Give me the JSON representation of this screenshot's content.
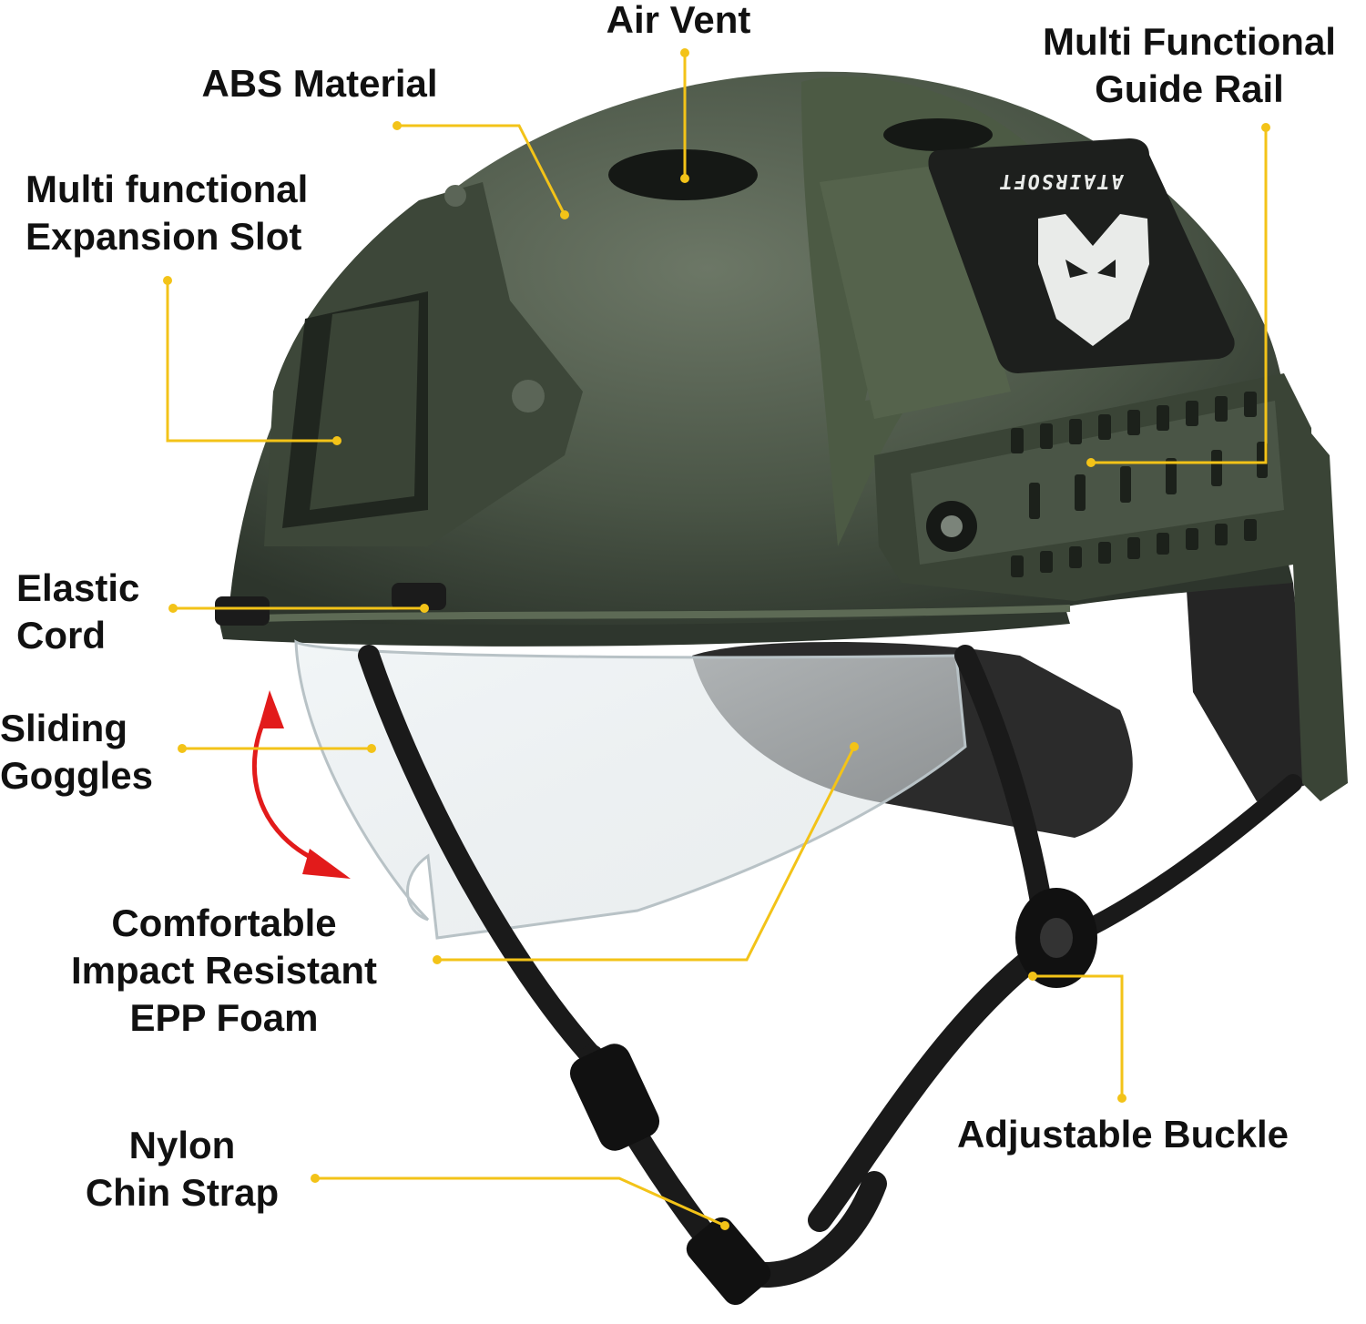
{
  "colors": {
    "leader": "#f3c318",
    "helmet": "#4a5546",
    "helmet_dark": "#2f3830",
    "velcro": "#4c5a44",
    "patch": "#1d1f1d",
    "arrow": "#e21b1b",
    "strap": "#1a1a1a"
  },
  "labels": {
    "air_vent": [
      "Air Vent"
    ],
    "abs_material": [
      "ABS Material"
    ],
    "guide_rail": [
      "Multi Functional",
      "Guide Rail"
    ],
    "expansion_slot": [
      "Multi functional",
      "Expansion Slot"
    ],
    "elastic_cord": [
      "Elastic",
      "Cord"
    ],
    "sliding_goggles": [
      "Sliding",
      "Goggles"
    ],
    "epp_foam": [
      "Comfortable",
      "Impact Resistant",
      "EPP Foam"
    ],
    "adjustable_buckle": [
      "Adjustable Buckle"
    ],
    "chin_strap": [
      "Nylon",
      "Chin Strap"
    ]
  },
  "patch_text": "ATAIRSOFT",
  "icons": {
    "patch_logo": "wolf-mask-icon",
    "goggle_arrow": "curved-double-arrow-icon"
  }
}
